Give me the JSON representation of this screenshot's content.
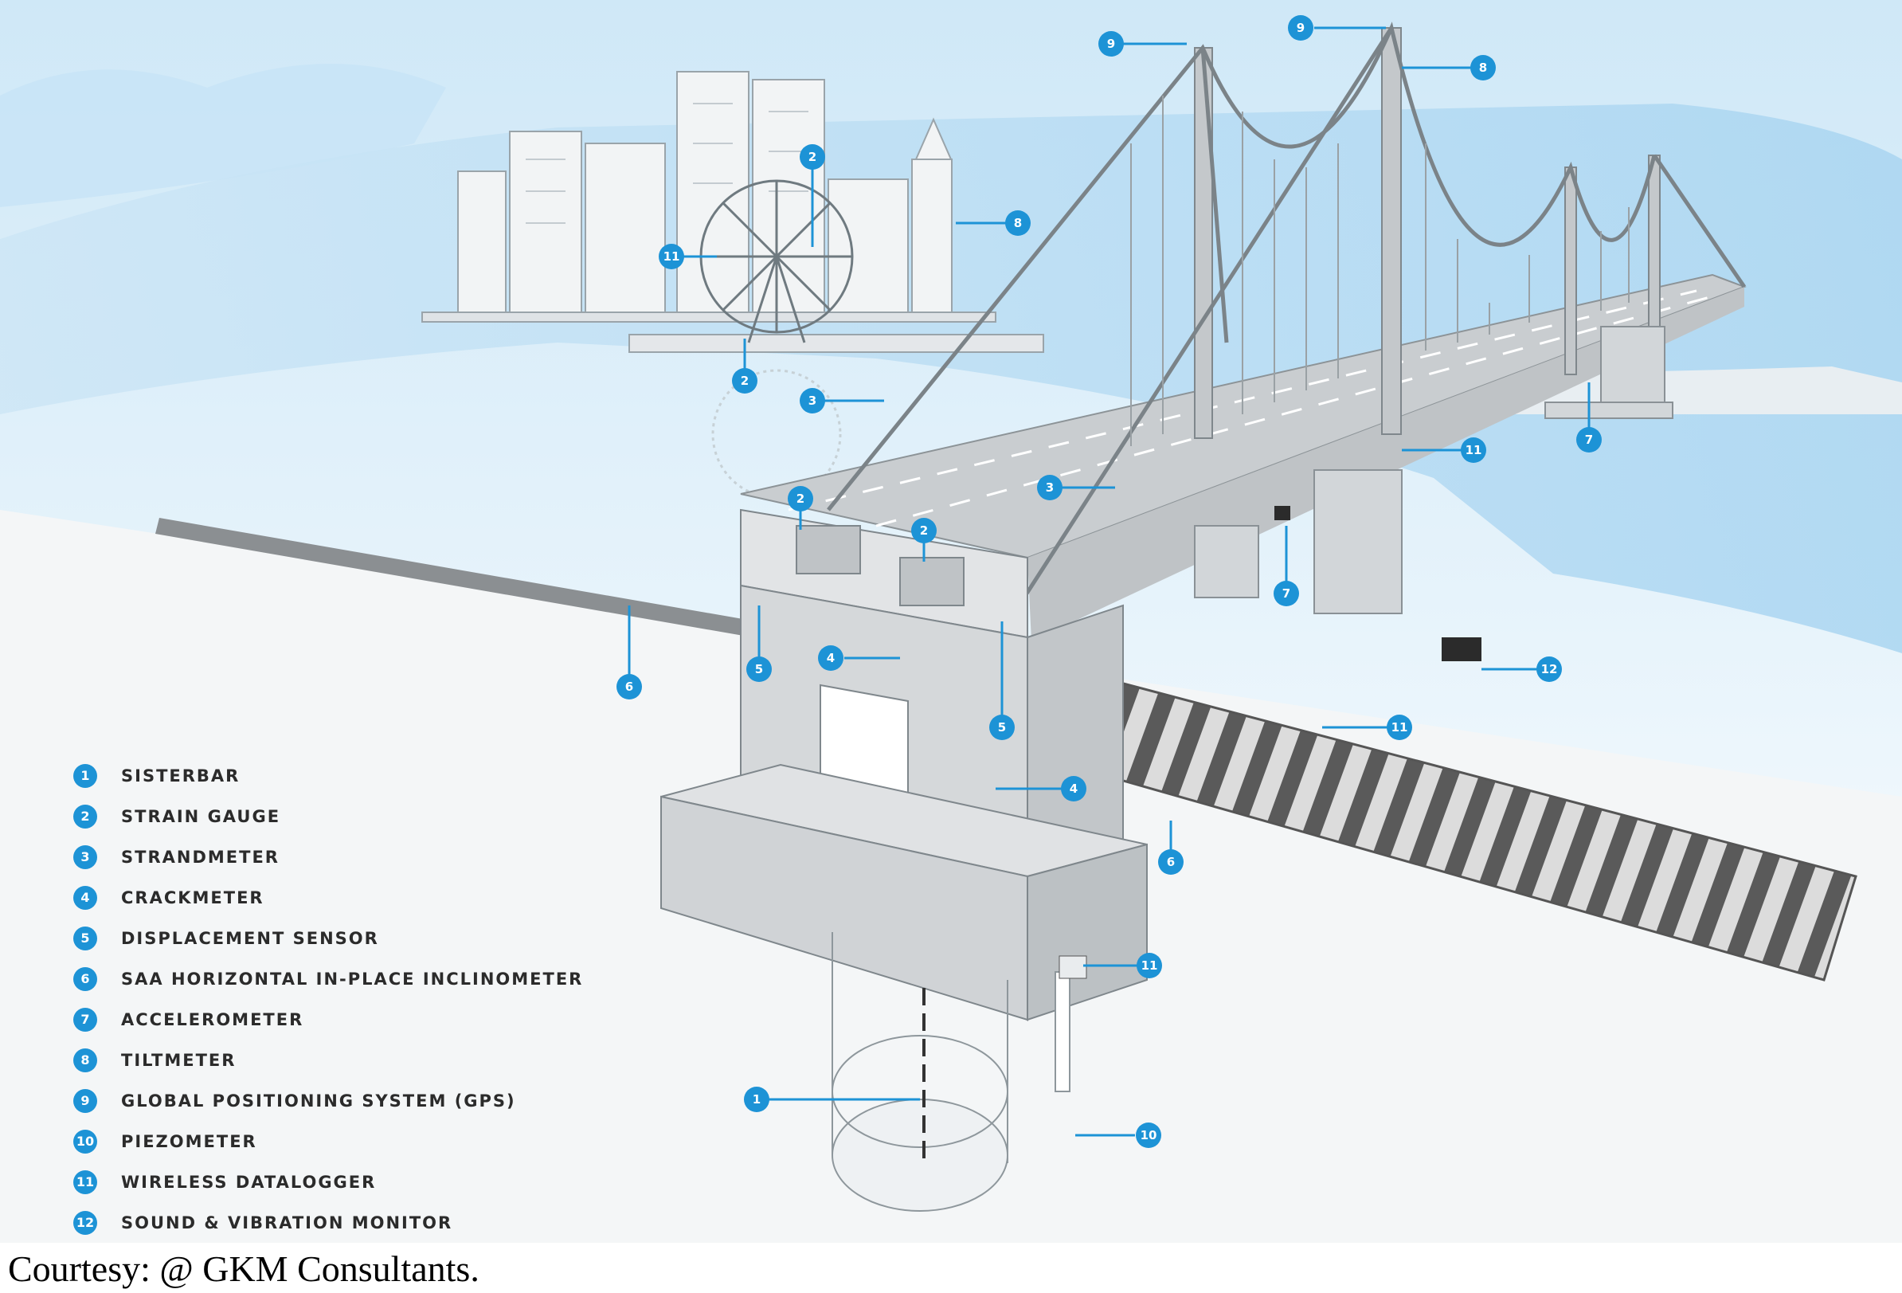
{
  "legend": [
    {
      "num": "1",
      "label": "SISTERBAR"
    },
    {
      "num": "2",
      "label": "STRAIN GAUGE"
    },
    {
      "num": "3",
      "label": "STRANDMETER"
    },
    {
      "num": "4",
      "label": "CRACKMETER"
    },
    {
      "num": "5",
      "label": "DISPLACEMENT SENSOR"
    },
    {
      "num": "6",
      "label": "SAA HORIZONTAL IN-PLACE INCLINOMETER"
    },
    {
      "num": "7",
      "label": "ACCELEROMETER"
    },
    {
      "num": "8",
      "label": "TILTMETER"
    },
    {
      "num": "9",
      "label": "GLOBAL POSITIONING SYSTEM (GPS)"
    },
    {
      "num": "10",
      "label": "PIEZOMETER"
    },
    {
      "num": "11",
      "label": "WIRELESS DATALOGGER"
    },
    {
      "num": "12",
      "label": "SOUND & VIBRATION MONITOR"
    }
  ],
  "callouts": [
    "9",
    "9",
    "8",
    "2",
    "8",
    "11",
    "2",
    "3",
    "3",
    "11",
    "7",
    "2",
    "2",
    "7",
    "4",
    "5",
    "6",
    "5",
    "4",
    "6",
    "12",
    "11",
    "11",
    "1",
    "10"
  ],
  "caption": "Courtesy: @ GKM Consultants.",
  "colors": {
    "accent": "#1d93d6",
    "water": "#b6dcf2",
    "concrete": "#d9d9d9",
    "sky": "#e6f3fb"
  }
}
